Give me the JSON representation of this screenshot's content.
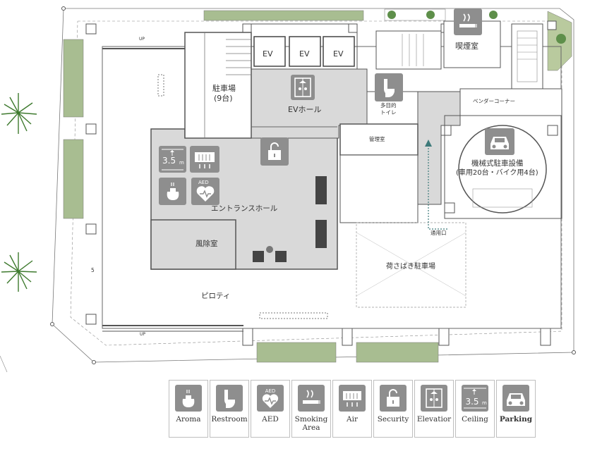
{
  "rooms": {
    "parking_lot": "駐車場",
    "parking_count": "(9台)",
    "ev": "EV",
    "ev_hall": "EVホール",
    "smoking_room": "喫煙室",
    "multipurpose_toilet_1": "多目的",
    "multipurpose_toilet_2": "トイレ",
    "vending_corner": "ベンダーコーナー",
    "management_room": "管理室",
    "mechanical_parking": "機械式駐車設備",
    "mechanical_parking_detail": "(車用20台・バイク用4台)",
    "entrance_hall": "エントランスホール",
    "windbreak_room": "風除室",
    "service_entrance": "通用口",
    "loading_parking": "荷さばき駐車場",
    "piloti": "ピロティ"
  },
  "markers": {
    "up_top": "UP",
    "up_bottom": "UP",
    "side_five": "5",
    "ceiling_value": "3.5",
    "ceiling_unit": "m",
    "aed": "AED"
  },
  "legend": [
    {
      "label": "Aroma",
      "icon": "aroma-icon"
    },
    {
      "label": "Restroom",
      "icon": "restroom-icon"
    },
    {
      "label": "AED",
      "icon": "aed-icon"
    },
    {
      "label": "Smoking Area",
      "icon": "smoking-icon"
    },
    {
      "label": "Air",
      "icon": "air-icon"
    },
    {
      "label": "Security",
      "icon": "security-icon"
    },
    {
      "label": "Elevatior",
      "icon": "elevator-icon"
    },
    {
      "label": "Ceiling",
      "icon": "ceiling-icon"
    },
    {
      "label": "Parking",
      "icon": "parking-icon"
    }
  ],
  "colors": {
    "icon_gray": "#8e8e8e",
    "floor_gray": "#d9d9d9",
    "green_strip": "#a8bd91",
    "wall": "#555555"
  }
}
